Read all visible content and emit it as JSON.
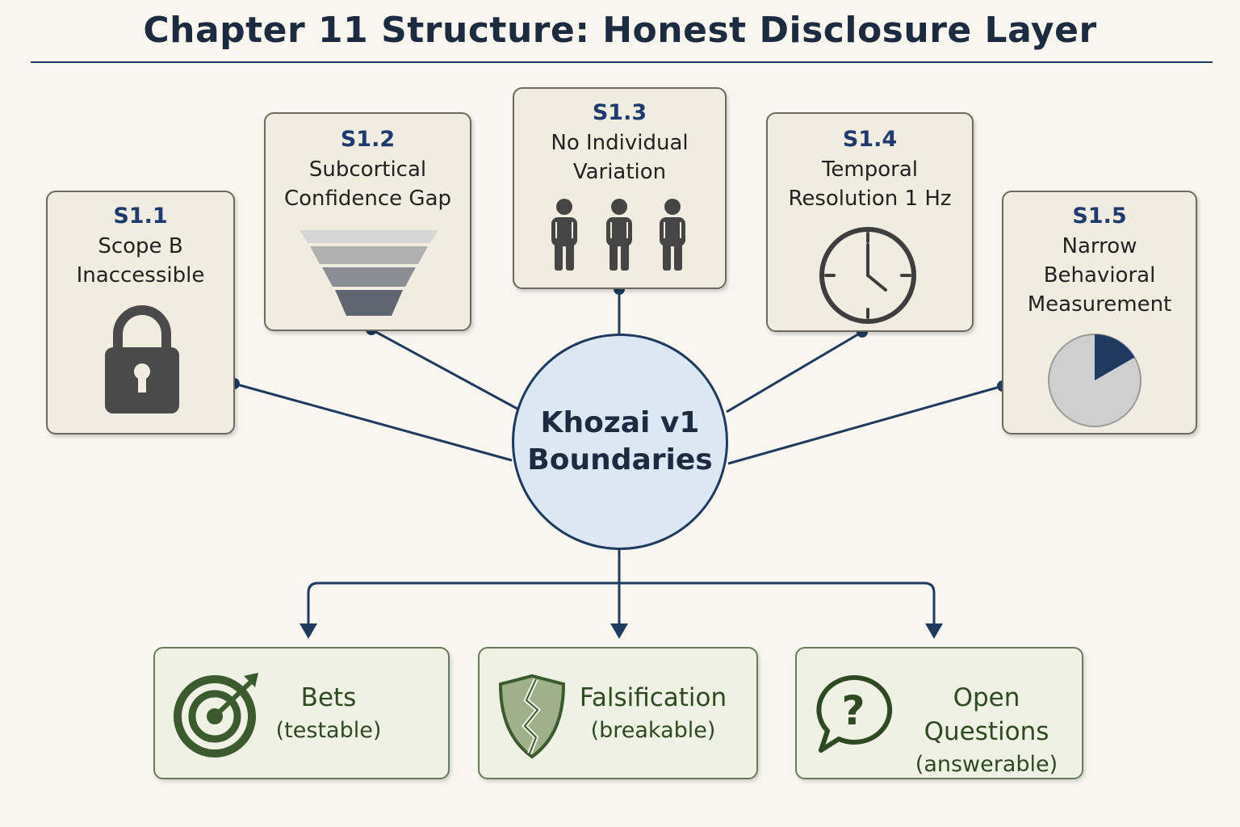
{
  "title": "Chapter 11 Structure: Honest Disclosure Layer",
  "hub": {
    "line1": "Khozai v1",
    "line2": "Boundaries"
  },
  "sections": [
    {
      "code": "S1.1",
      "lines": [
        "Scope B",
        "Inaccessible"
      ],
      "icon": "lock-icon"
    },
    {
      "code": "S1.2",
      "lines": [
        "Subcortical",
        "Confidence Gap"
      ],
      "icon": "funnel-icon"
    },
    {
      "code": "S1.3",
      "lines": [
        "No Individual",
        "Variation"
      ],
      "icon": "people-icon"
    },
    {
      "code": "S1.4",
      "lines": [
        "Temporal",
        "Resolution 1 Hz"
      ],
      "icon": "clock-icon"
    },
    {
      "code": "S1.5",
      "lines": [
        "Narrow",
        "Behavioral",
        "Measurement"
      ],
      "icon": "pie-icon"
    }
  ],
  "outputs": [
    {
      "title": "Bets",
      "subtitle": "(testable)",
      "icon": "target-icon"
    },
    {
      "title": "Falsification",
      "subtitle": "(breakable)",
      "icon": "broken-shield-icon"
    },
    {
      "title": "Open Questions",
      "subtitle": "(answerable)",
      "icon": "question-bubble-icon"
    }
  ],
  "colors": {
    "navy": "#1e3a5f",
    "card_bg": "#f1ece0",
    "hub_fill": "#dbe7f3",
    "output_bg": "#eef1e4",
    "output_text": "#2f4a22",
    "pie_slice": "#1e3a5f"
  }
}
